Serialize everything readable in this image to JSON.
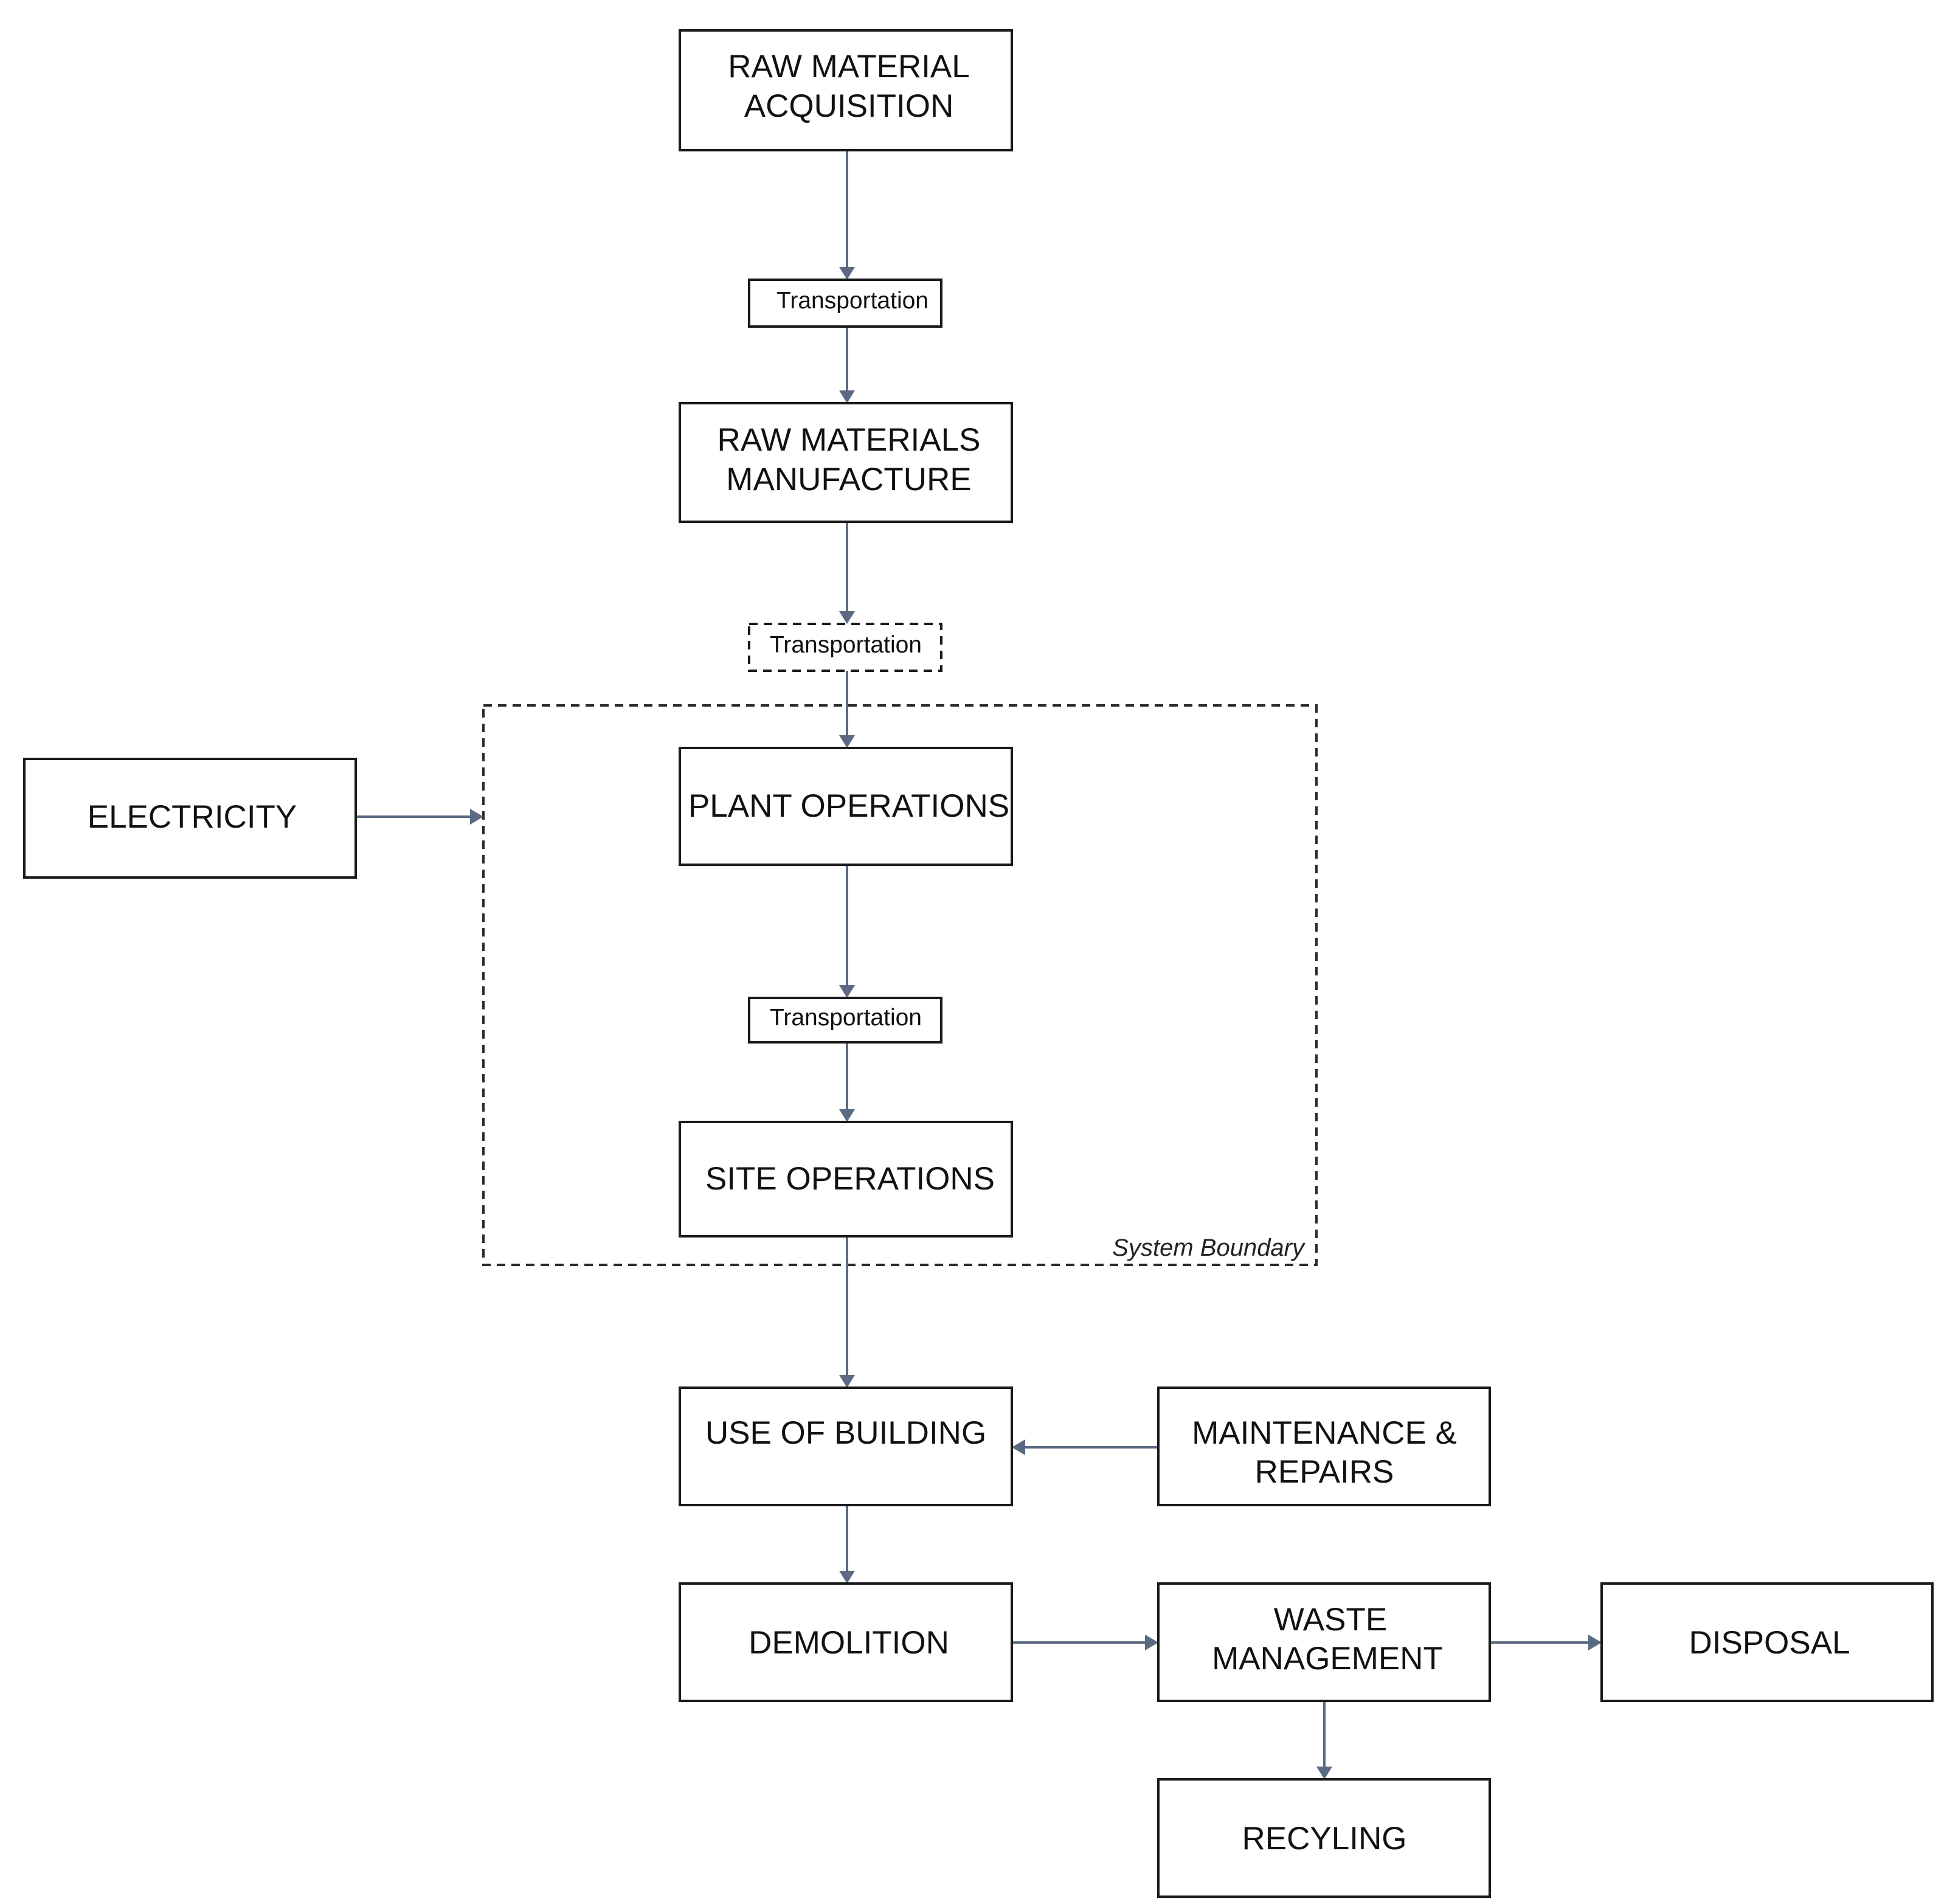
{
  "nodes": {
    "raw_material_acquisition": [
      "RAW MATERIAL",
      "ACQUISITION"
    ],
    "transport_1": "Transportation",
    "raw_materials_manufacture": [
      "RAW MATERIALS",
      "MANUFACTURE"
    ],
    "transport_2": "Transportation",
    "electricity": "ELECTRICITY",
    "plant_operations": "PLANT OPERATIONS",
    "transport_3": "Transportation",
    "site_operations": "SITE OPERATIONS",
    "use_of_building": "USE OF BUILDING",
    "maintenance_repairs": [
      "MAINTENANCE &",
      "REPAIRS"
    ],
    "demolition": "DEMOLITION",
    "waste_management": [
      "WASTE",
      "MANAGEMENT"
    ],
    "disposal": "DISPOSAL",
    "recyling": "RECYLING"
  },
  "system_boundary_label": "System Boundary",
  "colors": {
    "arrow": "#5a6a82",
    "box_stroke": "#1a1a1a"
  }
}
